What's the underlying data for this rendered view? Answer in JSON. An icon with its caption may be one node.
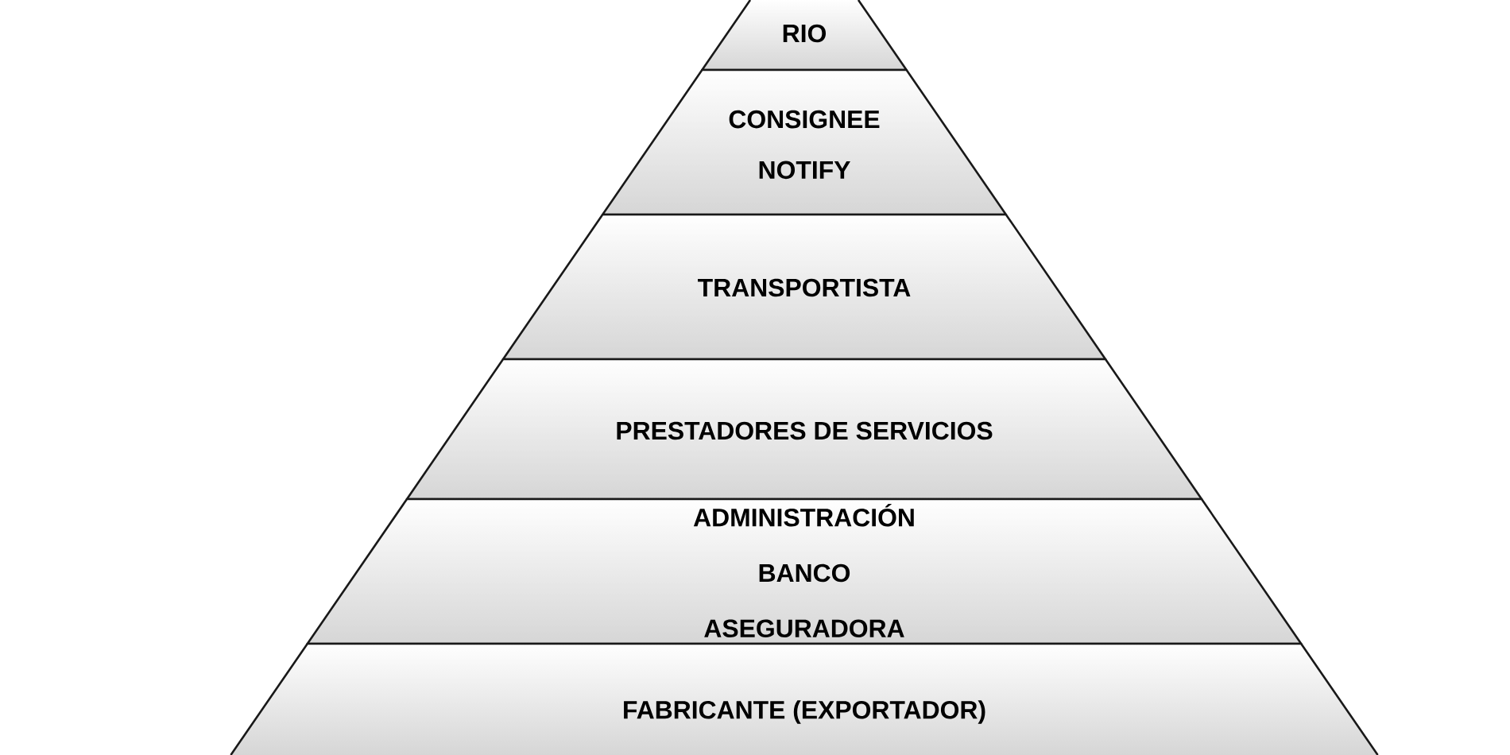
{
  "diagram": {
    "nodes": [
      {
        "text": [
          "RIO"
        ]
      },
      {
        "text": [
          "CONSIGNEE",
          "NOTIFY"
        ]
      },
      {
        "text": [
          "TRANSPORTISTA"
        ]
      },
      {
        "text": [
          "PRESTADORES DE SERVICIOS"
        ]
      },
      {
        "text": [
          "ADMINISTRACIÓN",
          "BANCO",
          "ASEGURADORA"
        ]
      },
      {
        "text": [
          "FABRICANTE (EXPORTADOR)"
        ]
      }
    ]
  }
}
